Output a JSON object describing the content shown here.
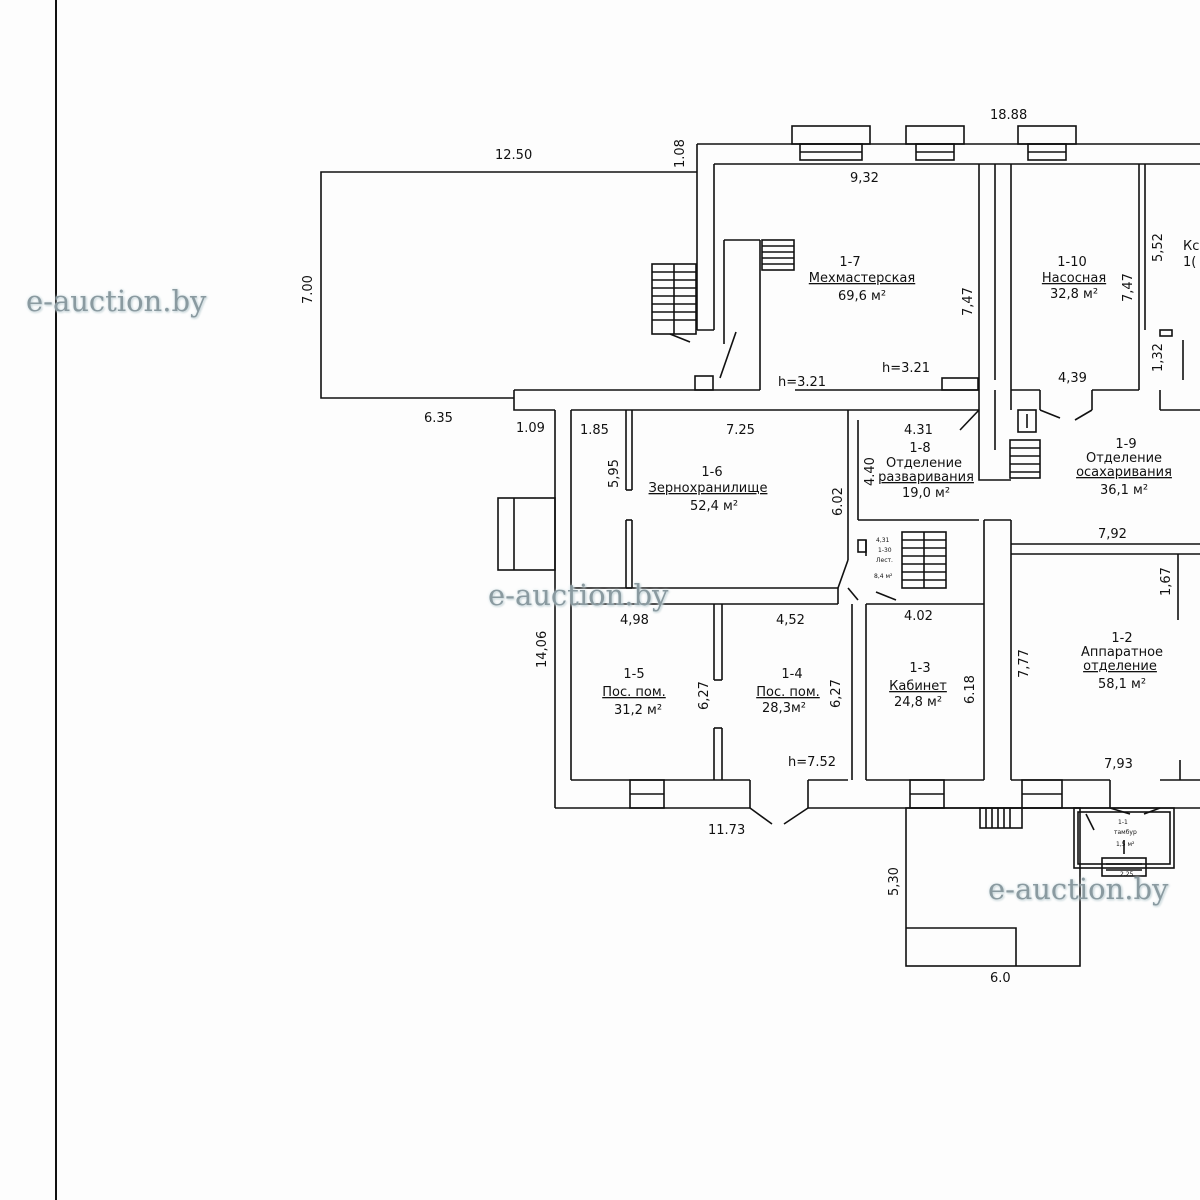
{
  "watermark": "e-auction.by",
  "dimensions": {
    "d1888": "18.88",
    "d1250": "12.50",
    "d108": "1.08",
    "d932": "9,32",
    "d700": "7.00",
    "d747a": "7,47",
    "d747b": "7,47",
    "d552": "5,52",
    "d132": "1,32",
    "d439": "4,39",
    "d321a": "h=3.21",
    "d321b": "h=3.21",
    "d635": "6.35",
    "d109": "1.09",
    "d185": "1.85",
    "d725": "7.25",
    "d431": "4.31",
    "d595": "5,95",
    "d602": "6.02",
    "d440": "4.40",
    "d792": "7,92",
    "d167": "1,67",
    "d498": "4,98",
    "d452": "4,52",
    "d402": "4.02",
    "d1406": "14,06",
    "d627a": "6,27",
    "d627b": "6,27",
    "d618": "6.18",
    "d777": "7,77",
    "d752": "h=7.52",
    "d793": "7,93",
    "d1173": "11.73",
    "d530": "5,30",
    "d60": "6.0"
  },
  "rooms": {
    "r17": {
      "num": "1-7",
      "name": "Мехмастерская",
      "area": "69,6 м²"
    },
    "r110": {
      "num": "1-10",
      "name": "Насосная",
      "area": "32,8 м²"
    },
    "r16": {
      "num": "1-6",
      "name": "Зернохранилище",
      "area": "52,4 м²"
    },
    "r18": {
      "num": "1-8",
      "name1": "Отделение",
      "name2": "разваривания",
      "area": "19,0 м²"
    },
    "r19": {
      "num": "1-9",
      "name1": "Отделение",
      "name2": "осахаривания",
      "area": "36,1 м²"
    },
    "r12": {
      "num": "1-2",
      "name1": "Аппаратное",
      "name2": "отделение",
      "area": "58,1 м²"
    },
    "r15": {
      "num": "1-5",
      "name": "Пос. пом.",
      "area": "31,2 м²"
    },
    "r14": {
      "num": "1-4",
      "name": "Пос. пом.",
      "area": "28,3м²"
    },
    "r13": {
      "num": "1-3",
      "name": "Кабинет",
      "area": "24,8 м²"
    },
    "r130": {
      "num": "1-30",
      "name": "Лест.",
      "area": "8,4 м²",
      "dim": "4,31"
    },
    "r11": {
      "num": "1-1",
      "name": "тамбур",
      "area": "1,5 м²",
      "dim": "2,25"
    },
    "rk": {
      "label": "Кс",
      "frag": "1("
    }
  },
  "colors": {
    "line": "#111111",
    "paper": "#fdfdfd",
    "watermark": "#8a9aa0"
  }
}
